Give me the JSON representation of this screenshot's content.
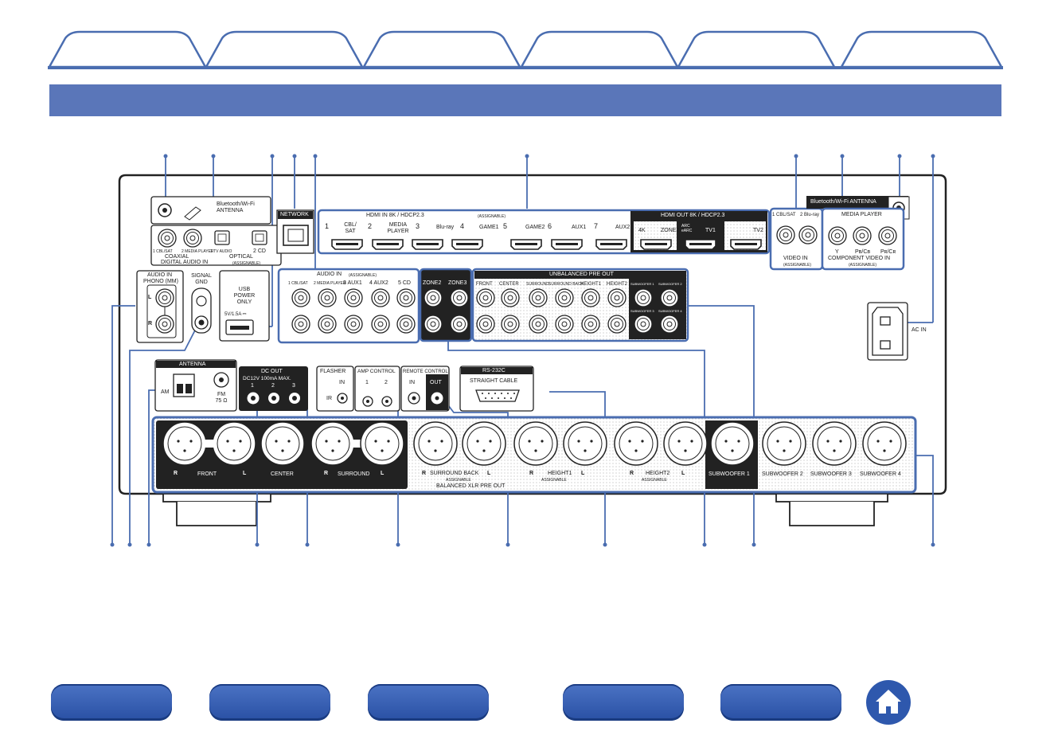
{
  "nav": {
    "tabs": [
      "",
      "",
      "",
      "",
      "",
      ""
    ],
    "accent": "#4a6db0",
    "banner_color": "#5a76b9"
  },
  "panel": {
    "bt_antenna_left": "Bluetooth/Wi-Fi\nANTENNA",
    "bt_antenna_right": "Bluetooth/Wi-Fi ANTENNA",
    "network": "NETWORK",
    "hdmi_in": {
      "title": "HDMI IN   8K / HDCP2.3",
      "assignable": "(ASSIGNABLE)",
      "ports": [
        {
          "num": "1",
          "name": "CBL/\nSAT"
        },
        {
          "num": "2",
          "name": "MEDIA\nPLAYER"
        },
        {
          "num": "3",
          "name": "Blu-ray"
        },
        {
          "num": "4",
          "name": "GAME1"
        },
        {
          "num": "5",
          "name": "GAME2"
        },
        {
          "num": "6",
          "name": "AUX1"
        },
        {
          "num": "7",
          "name": "AUX2"
        }
      ]
    },
    "hdmi_out": {
      "title": "HDMI OUT   8K / HDCP2.3",
      "ports": [
        "4K",
        "ZONE2",
        "ARC\neARC",
        "TV1",
        "TV2"
      ]
    },
    "digital_audio": {
      "coaxial_labels": [
        "1 CBL/SAT",
        "2 MEDIA PLAYER"
      ],
      "optical_labels": [
        "1 TV AUDIO",
        "2 CD"
      ],
      "coaxial": "COAXIAL",
      "optical": "OPTICAL",
      "title": "DIGITAL AUDIO IN",
      "assignable": "(ASSIGNABLE)"
    },
    "video_in": {
      "labels": [
        "1 CBL/SAT",
        "2 Blu-ray"
      ],
      "title": "VIDEO IN",
      "assignable": "(ASSIGNABLE)"
    },
    "component": {
      "head": "MEDIA PLAYER",
      "labels": [
        "Y",
        "Pʙ/Cʙ",
        "Pʀ/Cʀ"
      ],
      "title": "COMPONENT VIDEO IN",
      "assignable": "(ASSIGNABLE)"
    },
    "phono": {
      "title": "AUDIO IN",
      "sub": "PHONO (MM)",
      "l": "L",
      "r": "R"
    },
    "signal_gnd": "SIGNAL\nGND",
    "usb": "USB\nPOWER\nONLY",
    "usb_rating": "5V/1.5A ⎓",
    "audio_in": {
      "title": "AUDIO IN",
      "assignable": "(ASSIGNABLE)",
      "labels": [
        "1 CBL/SAT",
        "2 MEDIA PLAYER",
        "3 AUX1",
        "4 AUX2",
        "5 CD"
      ]
    },
    "zones": [
      "ZONE2",
      "ZONE3"
    ],
    "unbalanced": {
      "title": "UNBALANCED PRE OUT",
      "labels": [
        "FRONT",
        "CENTER",
        "SURROUND",
        "SURROUND BACK",
        "HEIGHT1",
        "HEIGHT2"
      ],
      "sub_labels": [
        "SUBWOOFER 1",
        "SUBWOOFER 2",
        "SUBWOOFER 3",
        "SUBWOOFER 4"
      ]
    },
    "ac_in": "AC IN",
    "antenna": {
      "title": "ANTENNA",
      "am": "AM",
      "fm": "FM\n75 Ω"
    },
    "dc_out": {
      "title": "DC OUT",
      "rating": "DC12V 100mA MAX.",
      "nums": [
        "1",
        "2",
        "3"
      ]
    },
    "flasher": {
      "title": "FLASHER",
      "in": "IN",
      "ir": "IR"
    },
    "amp_control": {
      "title": "AMP CONTROL",
      "nums": [
        "1",
        "2"
      ]
    },
    "remote": {
      "title": "REMOTE CONTROL",
      "in": "IN",
      "out": "OUT"
    },
    "rs232": {
      "title": "RS-232C",
      "sub": "STRAIGHT CABLE"
    },
    "xlr": {
      "title": "BALANCED XLR PRE OUT",
      "groups": [
        "FRONT",
        "CENTER",
        "SURROUND",
        "SURROUND BACK",
        "HEIGHT1",
        "HEIGHT2",
        "SUBWOOFER 1",
        "SUBWOOFER 2",
        "SUBWOOFER 3",
        "SUBWOOFER 4"
      ],
      "assignable": "ASSIGNABLE",
      "r": "R",
      "l": "L"
    }
  }
}
